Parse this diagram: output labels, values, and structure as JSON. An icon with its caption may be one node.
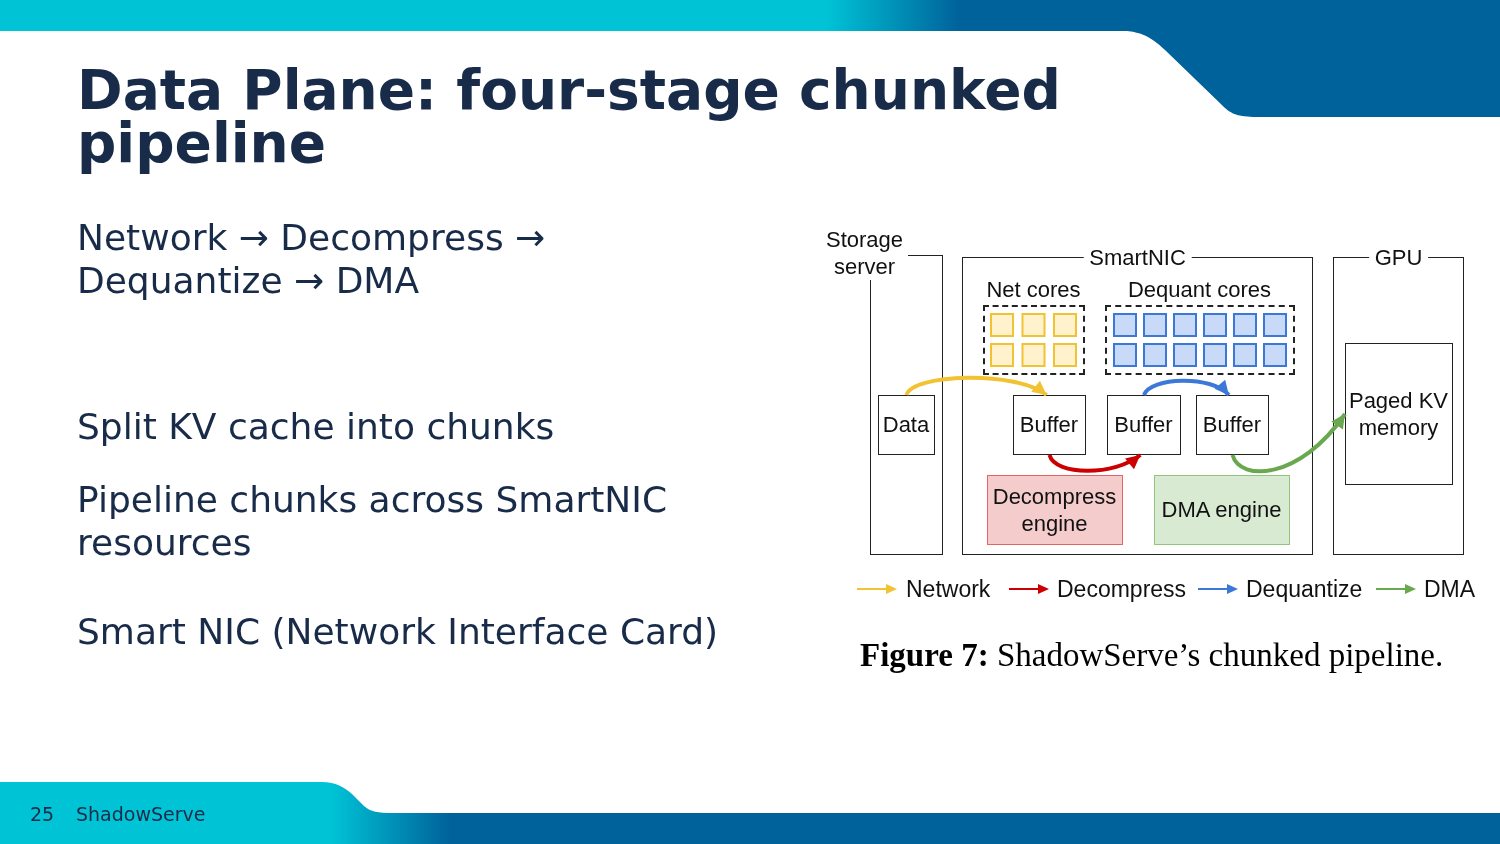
{
  "diagram": {
    "title": "Data Plane: four-stage chunked pipeline",
    "caption": "**Figure 7:** ShadowServe’s chunked pipeline.",
    "nodes": [
      {
        "text": [
          "Storage server"
        ]
      },
      {
        "text": [
          "Data"
        ],
        "in": 0
      },
      {
        "text": [
          "SmartNIC"
        ]
      },
      {
        "text": [
          "Net cores"
        ],
        "in": 2
      },
      {
        "text": [
          "Dequant cores"
        ],
        "in": 2
      },
      {
        "text": [
          "Buffer"
        ],
        "in": 2
      },
      {
        "text": [
          "Buffer"
        ],
        "in": 2
      },
      {
        "text": [
          "Buffer"
        ],
        "in": 2
      },
      {
        "text": [
          "Decompress engine"
        ],
        "in": 2
      },
      {
        "text": [
          "DMA engine"
        ],
        "in": 2
      },
      {
        "text": [
          "GPU"
        ]
      },
      {
        "text": [
          "Paged KV memory"
        ],
        "in": 10
      }
    ],
    "edges": [
      {
        "from": 1,
        "to": 5,
        "arrow": "to",
        "color": "#f1c232"
      },
      {
        "from": 5,
        "to": 6,
        "arrow": "to",
        "color": "#cc0000"
      },
      {
        "from": 6,
        "to": 7,
        "arrow": "to",
        "color": "#3c78d8"
      },
      {
        "from": 7,
        "to": 11,
        "arrow": "to",
        "color": "#6aa84f"
      }
    ],
    "labels": [
      "Network → Decompress → Dequantize → DMA",
      "Split KV cache into chunks",
      "Pipeline chunks across SmartNIC resources",
      "Smart NIC (Network Interface Card)",
      "25",
      "ShadowServe"
    ],
    "legend": [
      {
        "text": "Network",
        "color": "#f1c232"
      },
      {
        "text": "Decompress",
        "color": "#cc0000"
      },
      {
        "text": "Dequantize",
        "color": "#3c78d8"
      },
      {
        "text": "DMA",
        "color": "#6aa84f"
      }
    ]
  }
}
